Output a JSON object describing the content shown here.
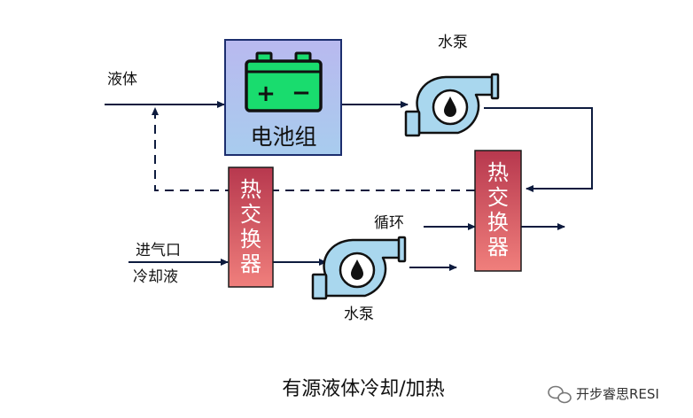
{
  "labels": {
    "liquid": "液体",
    "pump_top": "水泵",
    "battery": "电池组",
    "heat_exchanger_left": "热交换器",
    "heat_exchanger_right": "热交换器",
    "coolant_in": "进气口",
    "coolant": "冷却液",
    "circulation": "循环",
    "pump_bottom": "水泵"
  },
  "caption": "有源液体冷却/加热",
  "watermark": "开步睿思RESI",
  "battery_terminals": {
    "plus": "+",
    "minus": "−"
  },
  "colors": {
    "battery_fill_top": "#b9b9ef",
    "battery_fill_bottom": "#a8ccee",
    "battery_icon": "#19dc6e",
    "exchanger_top": "#b7384e",
    "exchanger_bottom": "#f07f7c",
    "pump_body": "#a9d7ee",
    "line": "#0d1b3e"
  }
}
